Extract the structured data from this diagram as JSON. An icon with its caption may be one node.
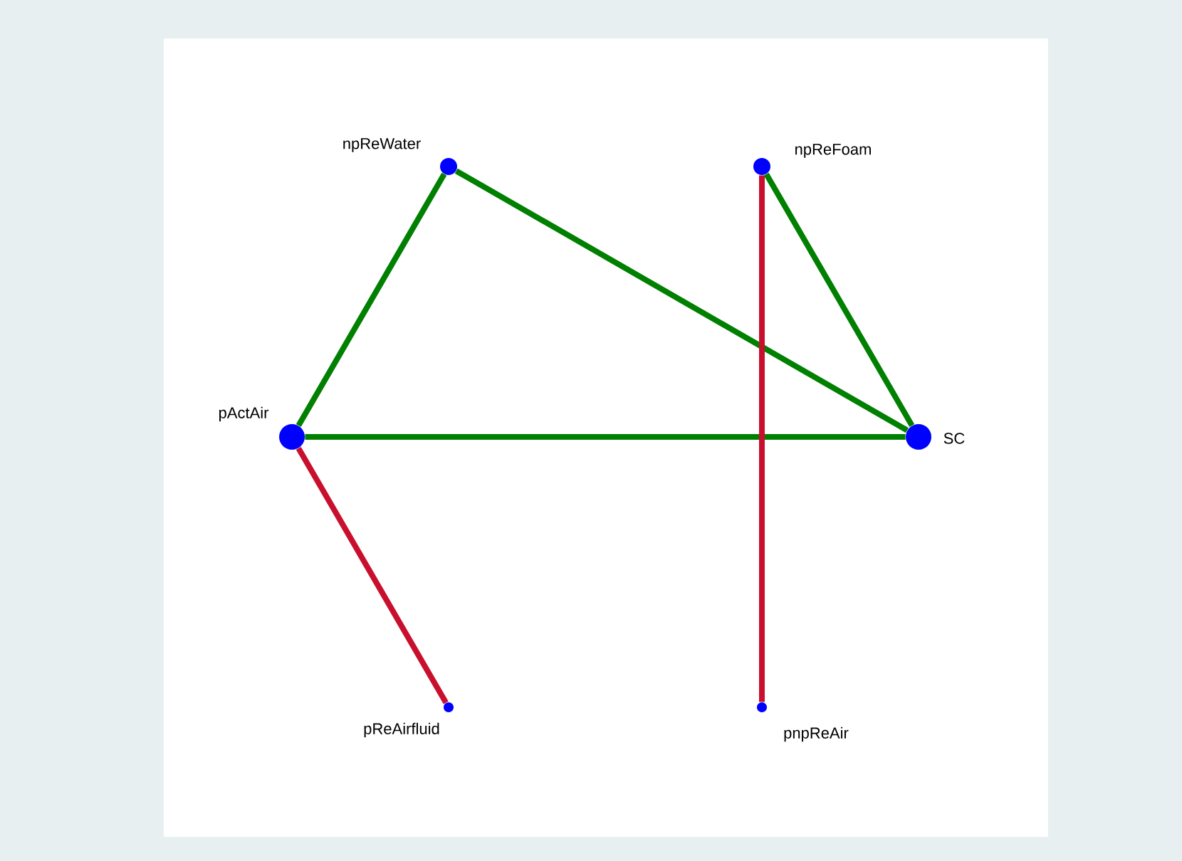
{
  "diagram": {
    "nodes": [
      {
        "text": [],
        "shape": "circle",
        "beside": [
          "npReWater"
        ]
      },
      {
        "text": [],
        "shape": "circle",
        "beside": [
          "npReFoam"
        ]
      },
      {
        "text": [],
        "shape": "circle",
        "beside": [
          "pActAir"
        ]
      },
      {
        "text": [],
        "shape": "circle",
        "beside": [
          "SC"
        ]
      },
      {
        "text": [],
        "shape": "circle",
        "beside": [
          "pReAirfluid"
        ]
      },
      {
        "text": [],
        "shape": "circle",
        "beside": [
          "pnpReAir"
        ]
      }
    ],
    "edges": [
      {
        "from": 2,
        "to": 0,
        "arrow": "none"
      },
      {
        "from": 0,
        "to": 3,
        "arrow": "none"
      },
      {
        "from": 1,
        "to": 3,
        "arrow": "none"
      },
      {
        "from": 2,
        "to": 3,
        "arrow": "none"
      },
      {
        "from": 2,
        "to": 4,
        "arrow": "none",
        "color": "#c8102e"
      },
      {
        "from": 1,
        "to": 5,
        "arrow": "none",
        "color": "#c8102e"
      }
    ]
  }
}
